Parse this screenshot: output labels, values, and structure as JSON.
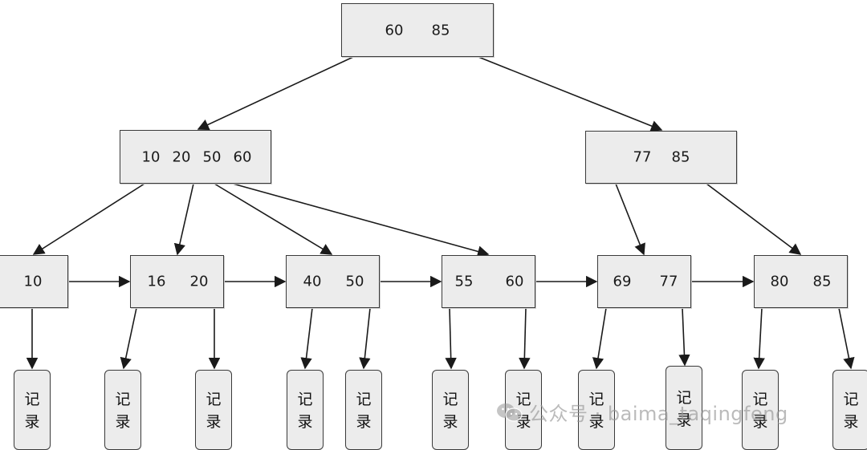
{
  "tree": {
    "root": [
      "60",
      "85"
    ],
    "level2": [
      [
        "10",
        "20",
        "50",
        "60"
      ],
      [
        "77",
        "85"
      ]
    ],
    "leaves": [
      [
        "10"
      ],
      [
        "16",
        "20"
      ],
      [
        "40",
        "50"
      ],
      [
        "55",
        "60"
      ],
      [
        "69",
        "77"
      ],
      [
        "80",
        "85"
      ]
    ]
  },
  "record": {
    "line1": "记",
    "line2": "录"
  },
  "watermark": {
    "icon": "wechat-icon",
    "text": "公众号 · baima_taqingfeng"
  },
  "colors": {
    "node_fill": "#ececec",
    "stroke": "#1a1a1a"
  }
}
